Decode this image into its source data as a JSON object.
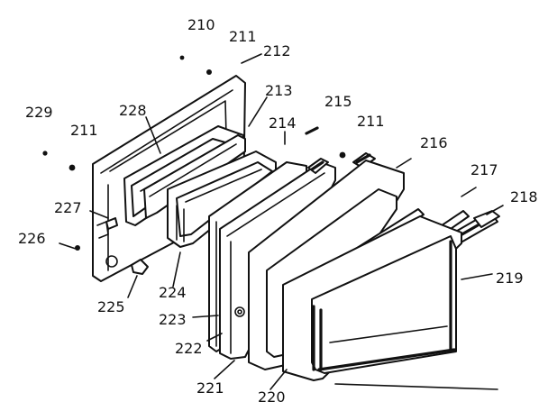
{
  "diagram": {
    "labels": {
      "p210": "210",
      "p211a": "211",
      "p212": "212",
      "p213": "213",
      "p228": "228",
      "p229": "229",
      "p211b": "211",
      "p214": "214",
      "p215": "215",
      "p211c": "211",
      "p216": "216",
      "p217": "217",
      "p218": "218",
      "p227": "227",
      "p226": "226",
      "p224": "224",
      "p225": "225",
      "p223": "223",
      "p222": "222",
      "p221": "221",
      "p220": "220",
      "p219": "219"
    }
  }
}
